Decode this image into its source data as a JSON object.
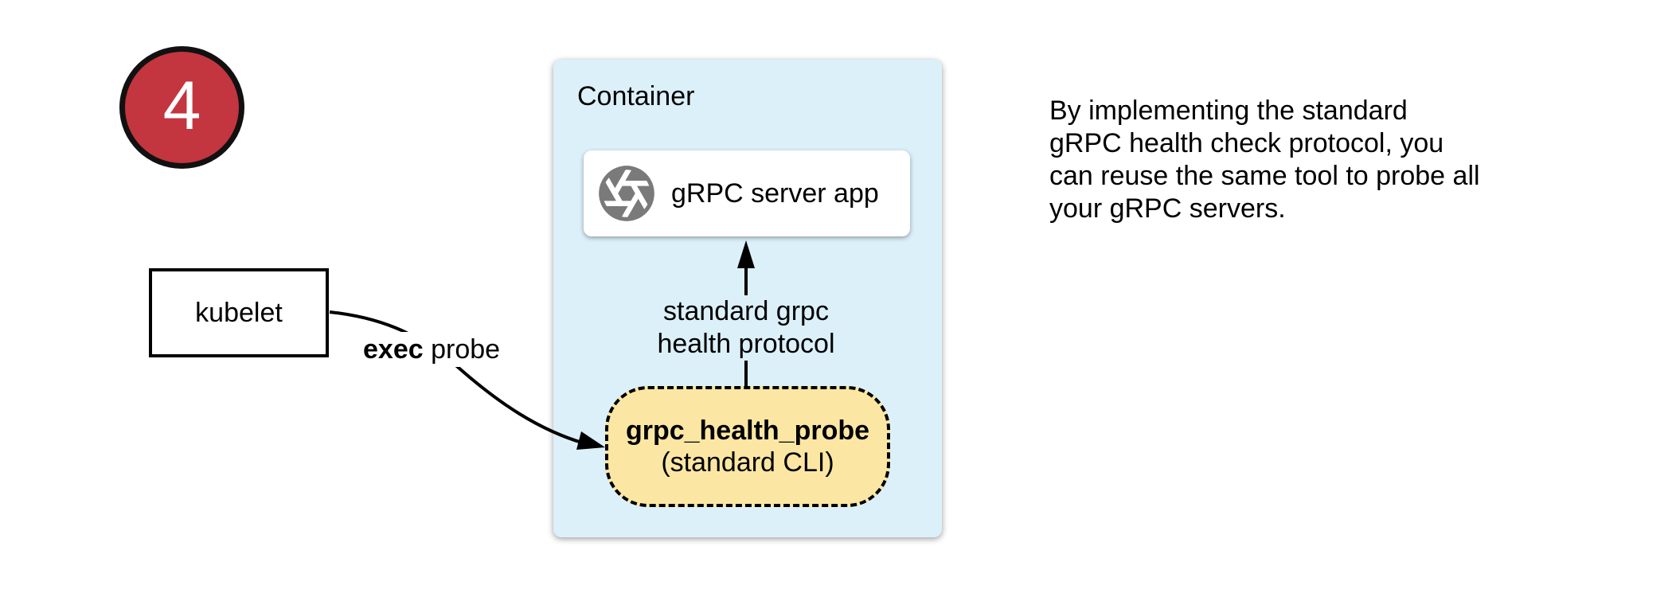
{
  "colors": {
    "red": "#C3353F",
    "light_blue": "#DCF0FA",
    "yellow": "#FBE7A3",
    "icon_gray": "#7A7A7A"
  },
  "step_badge": {
    "number": "4"
  },
  "kubelet": {
    "label": "kubelet"
  },
  "exec_probe": {
    "bold": "exec",
    "rest": " probe"
  },
  "container": {
    "label": "Container",
    "server_app": {
      "label": "gRPC server app",
      "icon": "aperture-icon"
    },
    "protocol_label": "standard grpc\nhealth protocol",
    "probe_box": {
      "title": "grpc_health_probe",
      "subtitle": "(standard CLI)"
    }
  },
  "note": {
    "text": "By implementing the standard\ngRPC health check protocol, you\ncan reuse the same tool to probe all\nyour gRPC servers."
  }
}
